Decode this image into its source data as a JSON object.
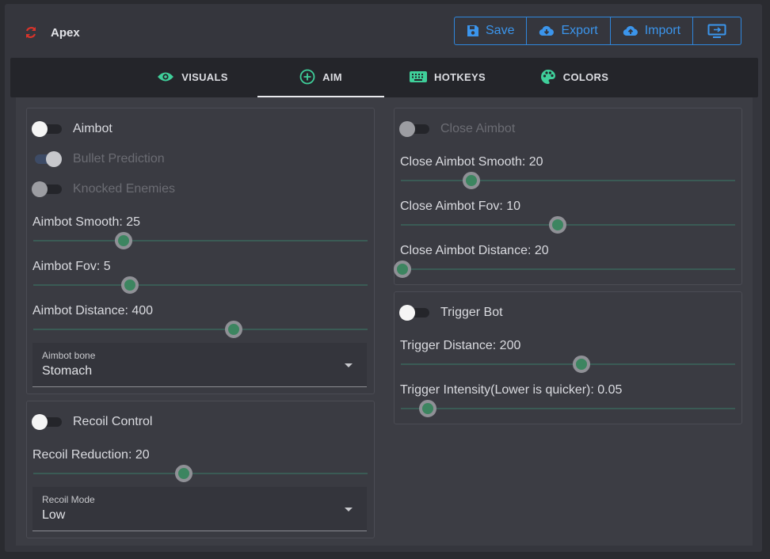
{
  "app": {
    "title": "Apex"
  },
  "toolbar": {
    "save": "Save",
    "export": "Export",
    "import": "Import"
  },
  "tabs": [
    {
      "label": "VISUALS",
      "icon": "eye-icon"
    },
    {
      "label": "AIM",
      "icon": "crosshair-plus-icon",
      "active": true
    },
    {
      "label": "HOTKEYS",
      "icon": "keyboard-icon"
    },
    {
      "label": "COLORS",
      "icon": "palette-icon"
    }
  ],
  "aimbot": {
    "toggle": "Aimbot",
    "bullet_prediction": "Bullet Prediction",
    "knocked_enemies": "Knocked Enemies",
    "smooth": {
      "label": "Aimbot Smooth: 25",
      "value": 25
    },
    "fov": {
      "label": "Aimbot Fov: 5",
      "value": 5
    },
    "distance": {
      "label": "Aimbot Distance: 400",
      "value": 400
    },
    "bone": {
      "caption": "Aimbot bone",
      "value": "Stomach"
    }
  },
  "recoil": {
    "toggle": "Recoil Control",
    "reduction": {
      "label": "Recoil Reduction: 20",
      "value": 20
    },
    "mode": {
      "caption": "Recoil Mode",
      "value": "Low"
    }
  },
  "close_aimbot": {
    "toggle": "Close Aimbot",
    "smooth": {
      "label": "Close Aimbot Smooth: 20",
      "value": 20
    },
    "fov": {
      "label": "Close Aimbot Fov: 10",
      "value": 10
    },
    "distance": {
      "label": "Close Aimbot Distance: 20",
      "value": 20
    }
  },
  "trigger": {
    "toggle": "Trigger Bot",
    "distance": {
      "label": "Trigger Distance: 200",
      "value": 200
    },
    "intensity": {
      "label": "Trigger Intensity(Lower is quicker): 0.05",
      "value": 0.05
    }
  },
  "colors": {
    "accent": "#3b95ec",
    "slider_fill": "#3c8560",
    "brand_icon": "#d9342b",
    "tab_icon": "#3fcf9a"
  }
}
